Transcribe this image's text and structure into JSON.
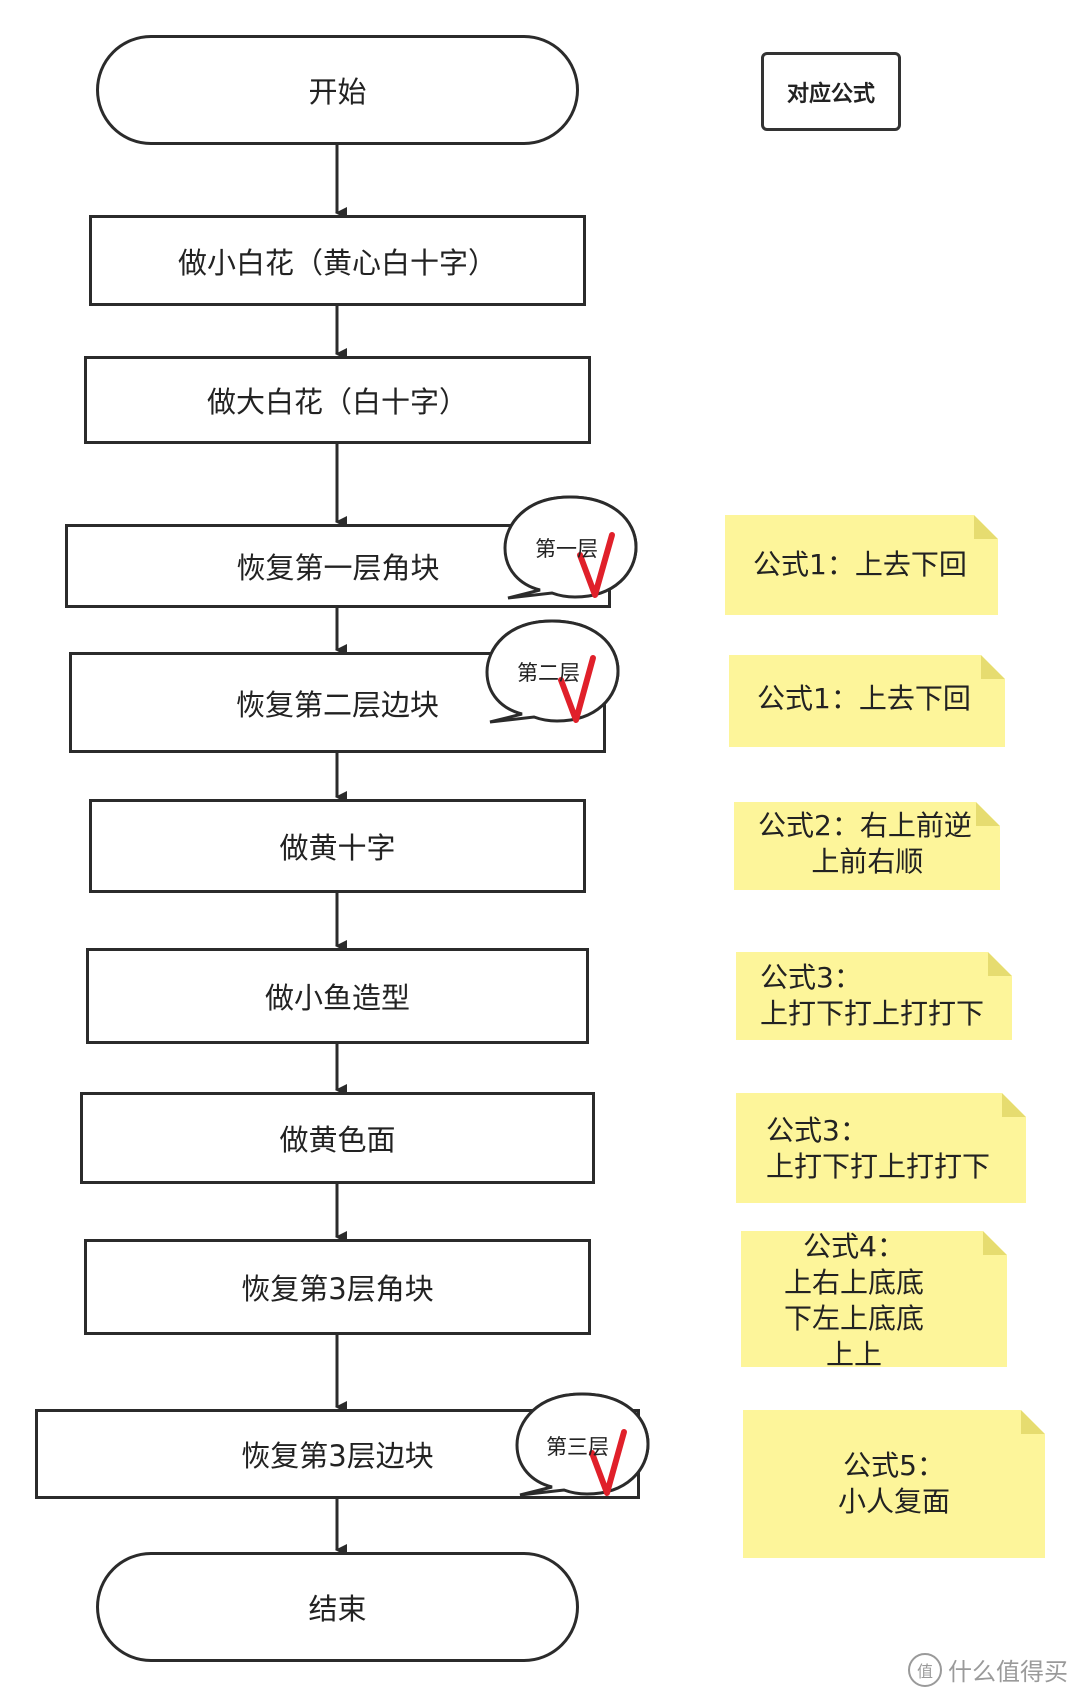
{
  "legend": {
    "label": "对应公式"
  },
  "flow": {
    "start": "开始",
    "step1": "做小白花（黄心白十字）",
    "step2": "做大白花（白十字）",
    "step3": "恢复第一层角块",
    "step4": "恢复第二层边块",
    "step5": "做黄十字",
    "step6": "做小鱼造型",
    "step7": "做黄色面",
    "step8": "恢复第3层角块",
    "step9": "恢复第3层边块",
    "end": "结束"
  },
  "bubbles": {
    "layer1": "第一层",
    "layer2": "第二层",
    "layer3": "第三层"
  },
  "notes": {
    "note1": "公式1：上去下回",
    "note2": "公式1：上去下回",
    "note3": "公式2：右上前逆\n      上前右顺",
    "note4": "公式3：\n上打下打上打打下",
    "note5": "公式3：\n上打下打上打打下",
    "note6": "公式4：\n上右上底底\n下左上底底\n上上",
    "note7": "公式5：\n小人复面"
  },
  "watermark": {
    "text": "什么值得买",
    "icon": "值"
  },
  "colors": {
    "note_fill": "#fdf59a",
    "check_red": "#e0202a",
    "border": "#2b2b2b"
  }
}
